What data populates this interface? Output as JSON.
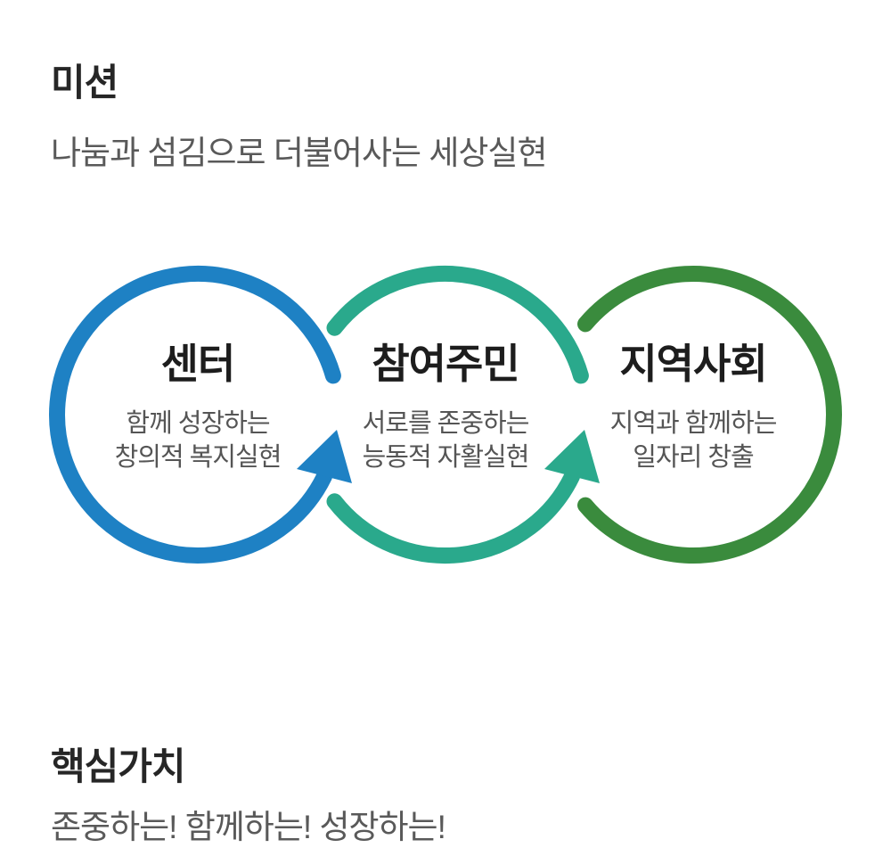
{
  "mission": {
    "title": "미션",
    "subtitle": "나눔과 섬김으로 더불어사는 세상실현"
  },
  "diagram": {
    "nodes": [
      {
        "id": "center",
        "title": "센터",
        "desc_line1": "함께 성장하는",
        "desc_line2": "창의적 복지실현",
        "color": "#1e81c4"
      },
      {
        "id": "residents",
        "title": "참여주민",
        "desc_line1": "서로를 존중하는",
        "desc_line2": "능동적 자활실현",
        "color": "#2aa98c"
      },
      {
        "id": "community",
        "title": "지역사회",
        "desc_line1": "지역과 함께하는",
        "desc_line2": "일자리 창출",
        "color": "#3a8b3d"
      }
    ]
  },
  "core_values": {
    "title": "핵심가치",
    "subtitle": "존중하는! 함께하는! 성장하는!"
  },
  "colors": {
    "heading_text": "#262626",
    "body_text": "#595959",
    "node_title_text": "#1d1d1d",
    "node_desc_text": "#555555",
    "background": "#ffffff"
  }
}
